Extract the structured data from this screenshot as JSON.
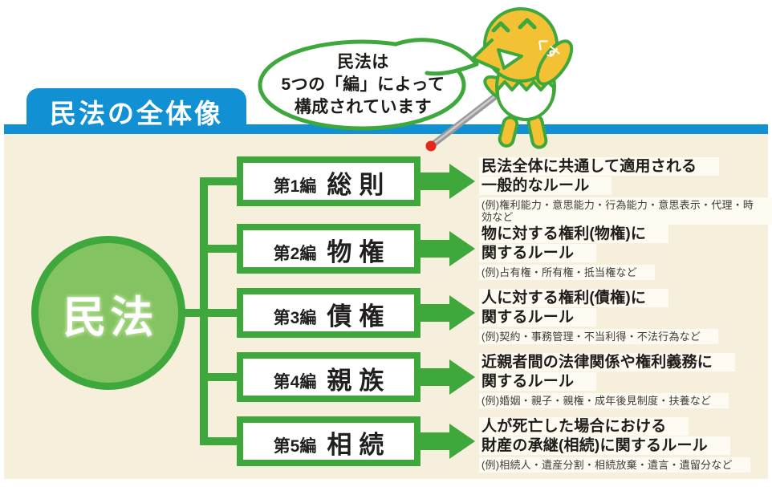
{
  "header": {
    "title": "民法の全体像"
  },
  "bubble": {
    "line1": "民法は",
    "line2": "5つの「編」によって",
    "line3": "構成されています"
  },
  "mascot": {
    "label": "くす"
  },
  "root": {
    "label": "民法"
  },
  "rows": [
    {
      "part": "第1編",
      "name": "総則",
      "line1": "民法全体に共通して適用される",
      "line2": "一般的なルール",
      "example": "(例)権利能力・意思能力・行為能力・意思表示・代理・時効など"
    },
    {
      "part": "第2編",
      "name": "物権",
      "line1": "物に対する権利(物権)に",
      "line2": "関するルール",
      "example": "(例)占有権・所有権・抵当権など"
    },
    {
      "part": "第3編",
      "name": "債権",
      "line1": "人に対する権利(債権)に",
      "line2": "関するルール",
      "example": "(例)契約・事務管理・不当利得・不法行為など"
    },
    {
      "part": "第4編",
      "name": "親族",
      "line1": "近親者間の法律関係や権利義務に",
      "line2": "関するルール",
      "example": "(例)婚姻・親子・親権・成年後見制度・扶養など"
    },
    {
      "part": "第5編",
      "name": "相続",
      "line1": "人が死亡した場合における",
      "line2": "財産の承継(相続)に関するルール",
      "example": "(例)相続人・遺産分割・相続放棄・遺言・遺留分など"
    }
  ],
  "colors": {
    "green": "#3fa83c",
    "circle_fill": "#84c361",
    "blue": "#1191d3",
    "beige": "#f6efdb",
    "line_strip": "#fdfaf1",
    "mascot_yellow": "#f2c234",
    "pointer_red": "#e62819",
    "pointer_gray": "#9a9a9a"
  }
}
